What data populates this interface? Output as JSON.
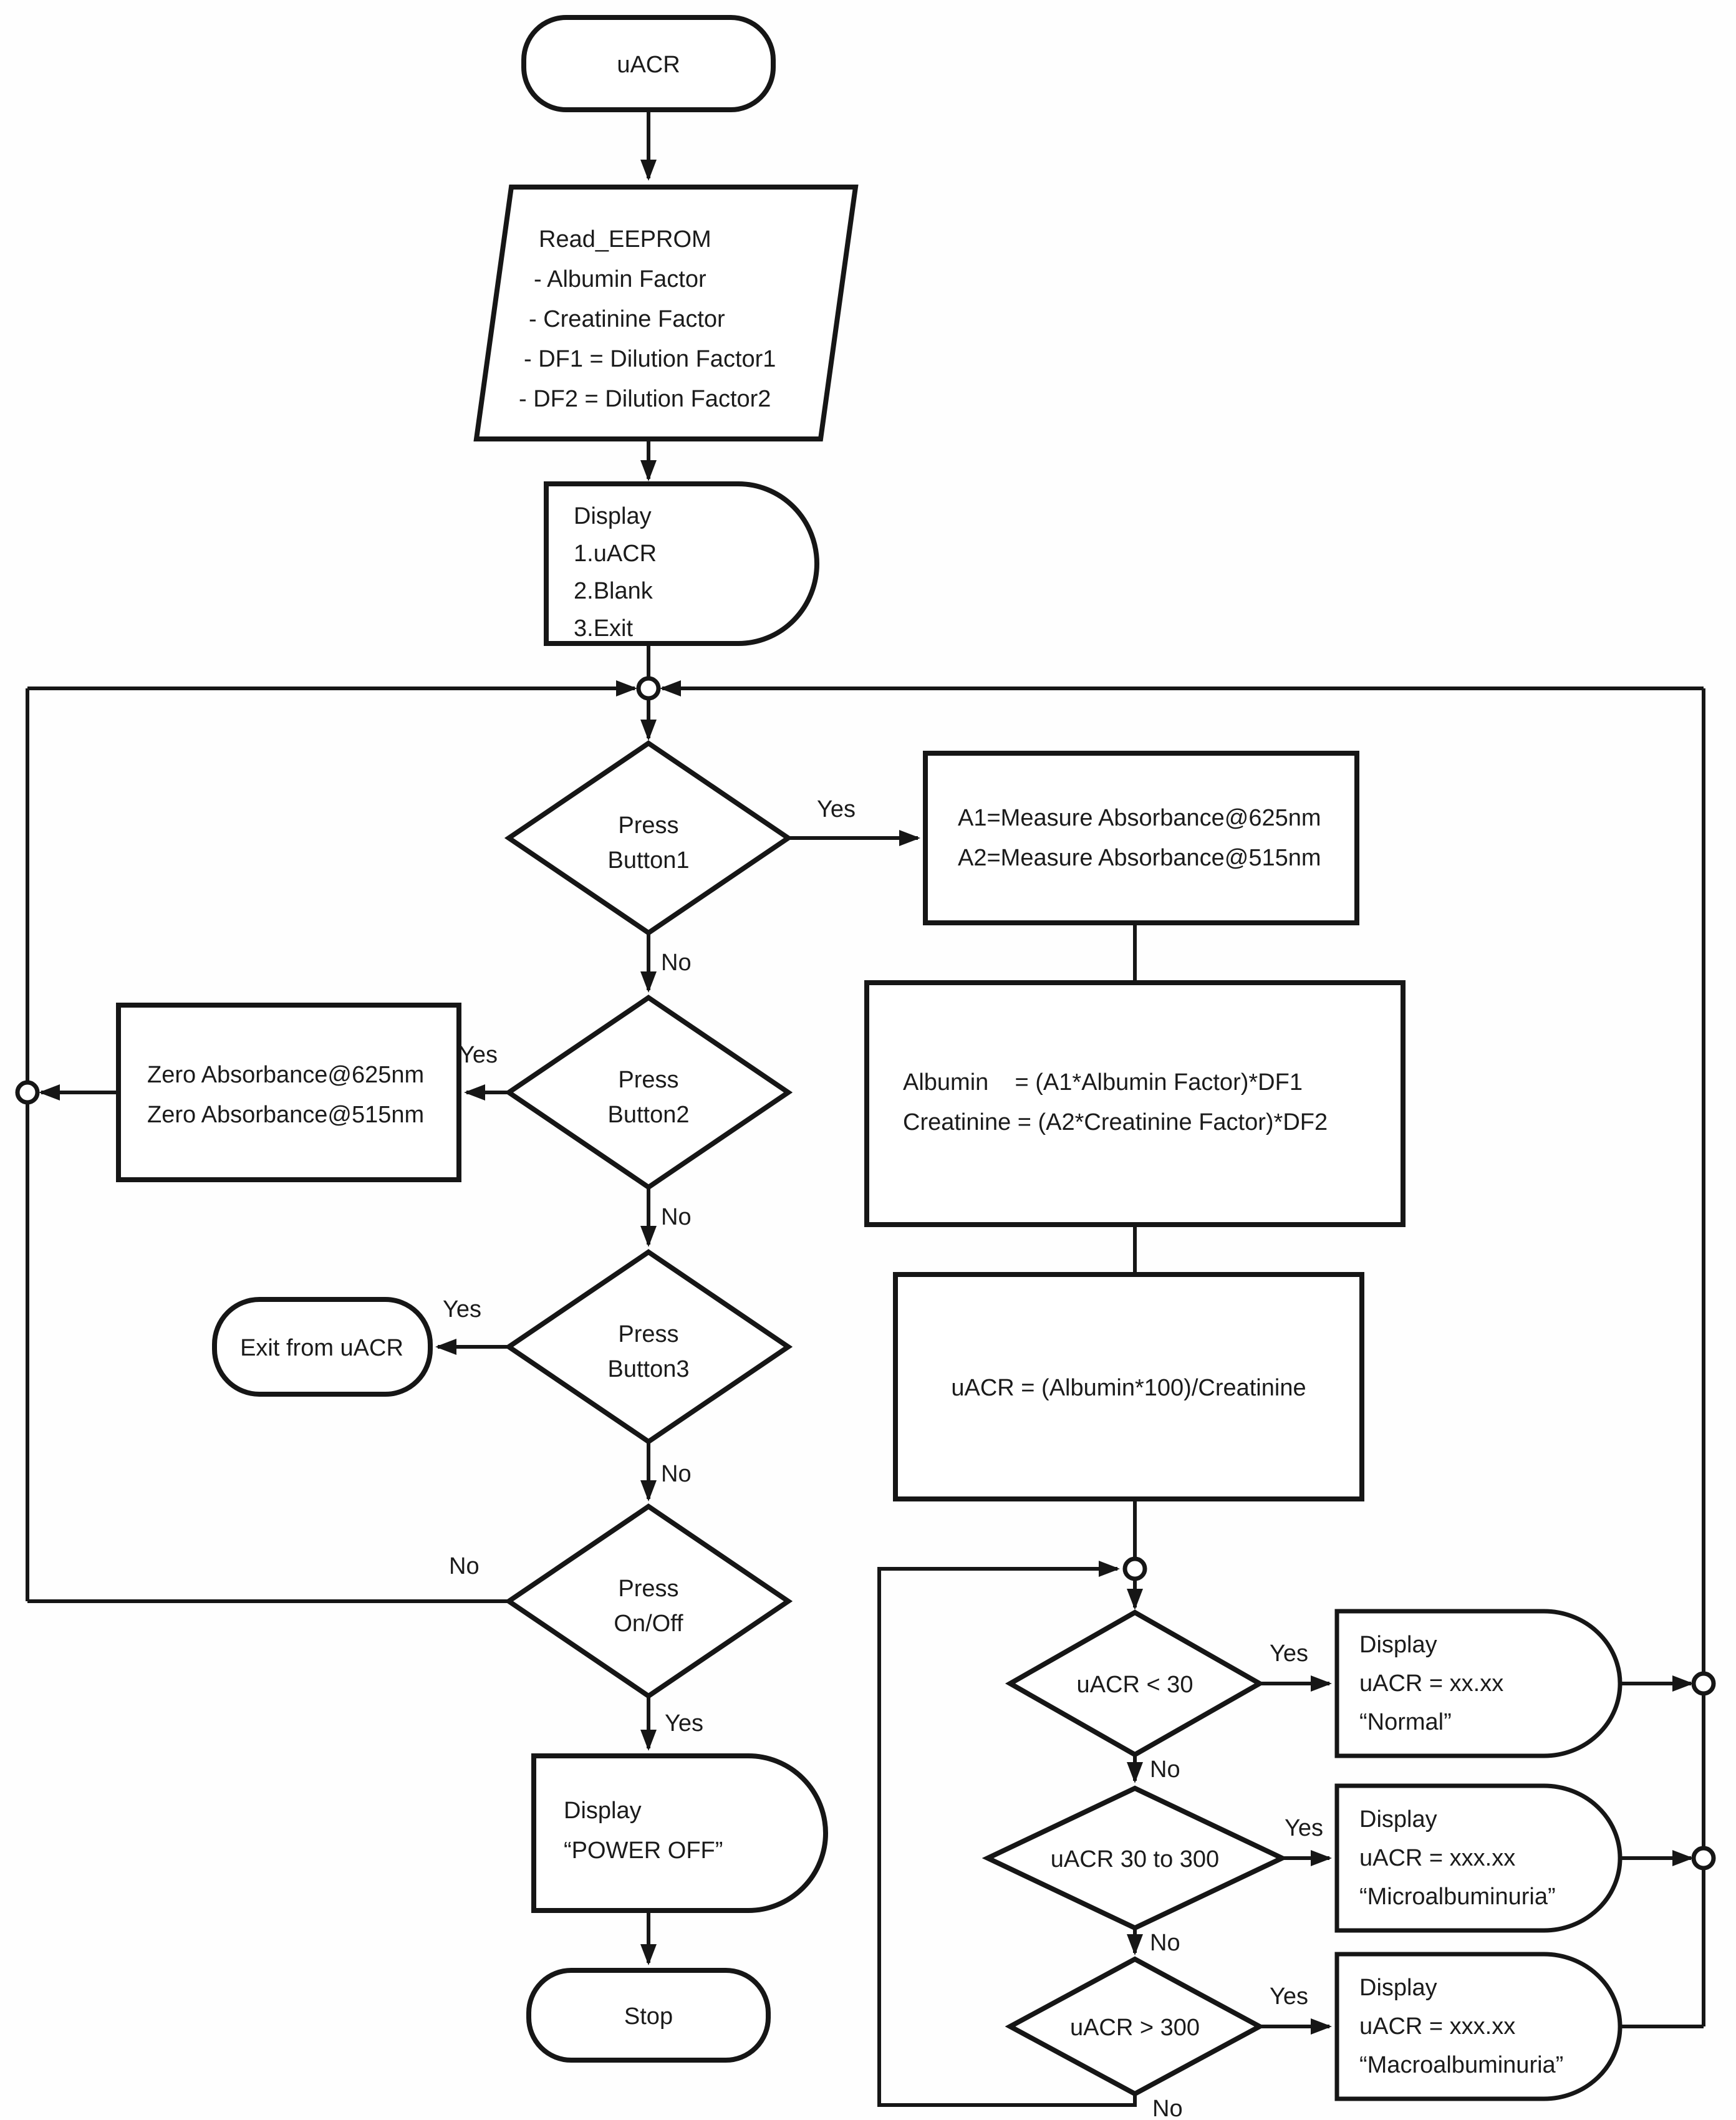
{
  "flowchart": {
    "start": "uACR",
    "read_eeprom": {
      "l1": "Read_EEPROM",
      "l2": "- Albumin Factor",
      "l3": "- Creatinine Factor",
      "l4": "- DF1 = Dilution Factor1",
      "l5": "- DF2 = Dilution Factor2"
    },
    "display_menu": {
      "l1": "Display",
      "l2": "1.uACR",
      "l3": "2.Blank",
      "l4": "3.Exit"
    },
    "press_button1": {
      "l1": "Press",
      "l2": "Button1"
    },
    "press_button2": {
      "l1": "Press",
      "l2": "Button2"
    },
    "press_button3": {
      "l1": "Press",
      "l2": "Button3"
    },
    "press_onoff": {
      "l1": "Press",
      "l2": "On/Off"
    },
    "measure": {
      "l1": "A1=Measure Absorbance@625nm",
      "l2": "A2=Measure Absorbance@515nm"
    },
    "zero": {
      "l1": "Zero Absorbance@625nm",
      "l2": "Zero Absorbance@515nm"
    },
    "exit_node": "Exit from uACR",
    "calc": {
      "l1": "Albumin    = (A1*Albumin Factor)*DF1",
      "l2": "Creatinine = (A2*Creatinine Factor)*DF2"
    },
    "uacr_formula": "uACR = (Albumin*100)/Creatinine",
    "cond_normal": "uACR < 30",
    "cond_micro": "uACR 30 to 300",
    "cond_macro": "uACR > 300",
    "disp_normal": {
      "l1": "Display",
      "l2": "uACR = xx.xx",
      "l3": "“Normal”"
    },
    "disp_micro": {
      "l1": "Display",
      "l2": "uACR = xxx.xx",
      "l3": "“Microalbuminuria”"
    },
    "disp_macro": {
      "l1": "Display",
      "l2": "uACR = xxx.xx",
      "l3": "“Macroalbuminuria”"
    },
    "poweroff": {
      "l1": "Display",
      "l2": "“POWER OFF”"
    },
    "stop": "Stop",
    "labels": {
      "yes": "Yes",
      "no": "No"
    },
    "line_color": "#161616"
  }
}
